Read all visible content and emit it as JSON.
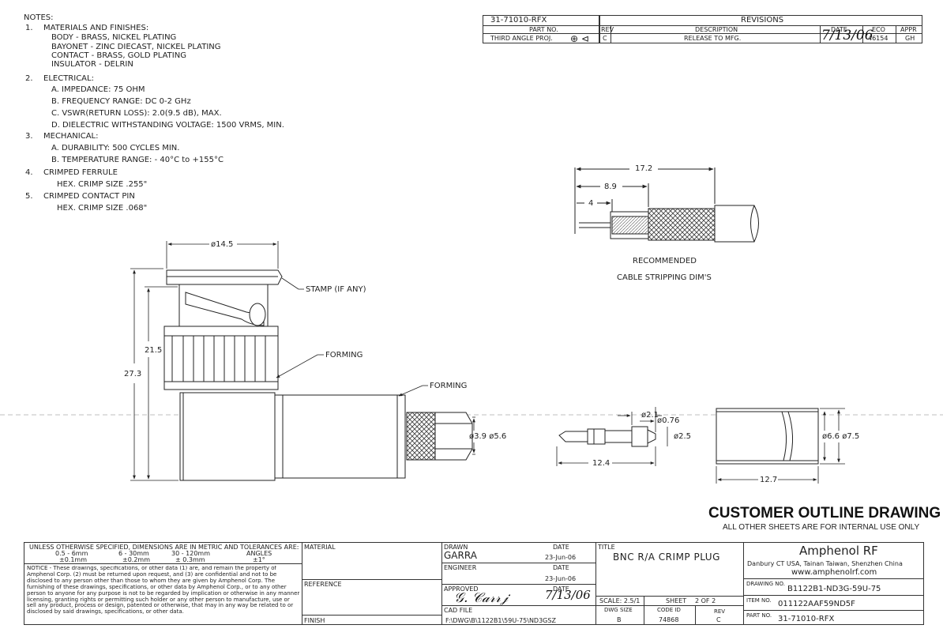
{
  "notes": {
    "heading": "NOTES:",
    "items": [
      {
        "num": "1.",
        "title": "MATERIALS AND FINISHES:",
        "lines": [
          "BODY - BRASS, NICKEL PLATING",
          "BAYONET - ZINC DIECAST, NICKEL PLATING",
          "CONTACT - BRASS, GOLD PLATING",
          "INSULATOR - DELRIN"
        ]
      },
      {
        "num": "2.",
        "title": "ELECTRICAL:",
        "lines": [
          "A. IMPEDANCE:  75 OHM",
          "B. FREQUENCY RANGE:  DC 0-2 GHz",
          "C. VSWR(RETURN LOSS): 2.0(9.5 dB), MAX.",
          "D. DIELECTRIC WITHSTANDING VOLTAGE:  1500 VRMS, MIN."
        ]
      },
      {
        "num": "3.",
        "title": "MECHANICAL:",
        "lines": [
          "A. DURABILITY:  500 CYCLES MIN.",
          "B. TEMPERATURE RANGE: - 40°C to +155°C"
        ]
      },
      {
        "num": "4.",
        "title": "CRIMPED FERRULE",
        "lines": [
          "HEX. CRIMP SIZE .255\""
        ]
      },
      {
        "num": "5.",
        "title": "CRIMPED CONTACT PIN",
        "lines": [
          "HEX. CRIMP SIZE .068\""
        ]
      }
    ]
  },
  "header_block": {
    "part_no_value": "31-71010-RFX",
    "part_no_label": "PART NO.",
    "projection": "THIRD ANGLE PROJ."
  },
  "revisions": {
    "title": "REVISIONS",
    "headers": [
      "REV",
      "DESCRIPTION",
      "DATE",
      "ECO",
      "APPR"
    ],
    "rows": [
      {
        "rev": "C",
        "description": "RELEASE TO MFG.",
        "date": "7/13/06",
        "eco": "46154",
        "appr": "GH"
      }
    ]
  },
  "dimensions": {
    "strip_total": "17.2",
    "strip_mid": "8.9",
    "strip_short": "4",
    "strip_caption_1": "RECOMMENDED",
    "strip_caption_2": "CABLE STRIPPING DIM'S",
    "head_dia": "ø14.5",
    "height_total": "27.3",
    "height_partial": "21.5",
    "stamp": "STAMP (IF ANY)",
    "forming_1": "FORMING",
    "forming_2": "FORMING",
    "crimp_dia": "ø3.9 ø5.6",
    "pin_tip": "ø2.1",
    "pin_shaft": "ø0.76",
    "pin_body": "ø2.5",
    "pin_length": "12.4",
    "ferrule_dia": "ø6.6 ø7.5",
    "ferrule_length": "12.7"
  },
  "banner": {
    "title": "CUSTOMER OUTLINE DRAWING",
    "subtitle": "ALL OTHER SHEETS ARE FOR INTERNAL USE ONLY"
  },
  "title_block": {
    "tolerance_heading": "UNLESS OTHERWISE SPECIFIED, DIMENSIONS ARE IN METRIC AND TOLERANCES ARE:",
    "tol_1a": "0.5 - 6mm",
    "tol_1b": "±0.1mm",
    "tol_2a": "6 - 30mm",
    "tol_2b": "±0.2mm",
    "tol_3a": "30 - 120mm",
    "tol_3b": "± 0.3mm",
    "tol_4a": "ANGLES",
    "tol_4b": "±1°",
    "notice": "NOTICE - These drawings, specifications, or other data (1) are, and remain the property of Amphenol Corp. (2) must be returned upon request, and (3) are confidential and not to be disclosed to any person other than those to whom they are given by Amphenol Corp. The furnishing of these drawings, specifications, or other data by Amphenol Corp., or to any other person to anyone for any purpose is not to be regarded by implication or otherwise in any manner licensing, granting rights or permitting such holder or any other person to manufacture, use or sell any product, process or design, patented or otherwise, that may in any way be related to or disclosed by said drawings, specifications, or other data.",
    "material_label": "MATERIAL",
    "reference_label": "REFERENCE",
    "finish_label": "FINISH",
    "drawn_label": "DRAWN",
    "drawn_by": "GARRA",
    "drawn_date_label": "DATE",
    "drawn_date": "23-Jun-06",
    "engineer_label": "ENGINEER",
    "engineer_date_label": "DATE",
    "engineer_date": "23-Jun-06",
    "approved_label": "APPROVED",
    "approved_date_label": "DATE",
    "approved_date": "7/13/06",
    "cad_label": "CAD FILE",
    "cad_file": "F:\\DWG\\B\\1122B1\\59U-75\\ND3GSZ",
    "title_label": "TITLE",
    "title": "BNC R/A CRIMP PLUG",
    "scale": "SCALE: 2.5/1",
    "sheet_label": "SHEET",
    "sheet": "2 OF 2",
    "dwg_size_label": "DWG SIZE",
    "dwg_size": "B",
    "code_id_label": "CODE ID",
    "code_id": "74868",
    "rev_label": "REV",
    "rev": "C",
    "company": "Amphenol RF",
    "locations": "Danbury CT USA, Tainan Taiwan, Shenzhen China",
    "website": "www.amphenolrf.com",
    "drawing_no_label": "DRAWING NO.",
    "drawing_no": "B1122B1-ND3G-59U-75",
    "item_no_label": "ITEM NO.",
    "item_no": "011122AAF59ND5F",
    "part_no_label": "PART NO.",
    "part_no": "31-71010-RFX"
  }
}
